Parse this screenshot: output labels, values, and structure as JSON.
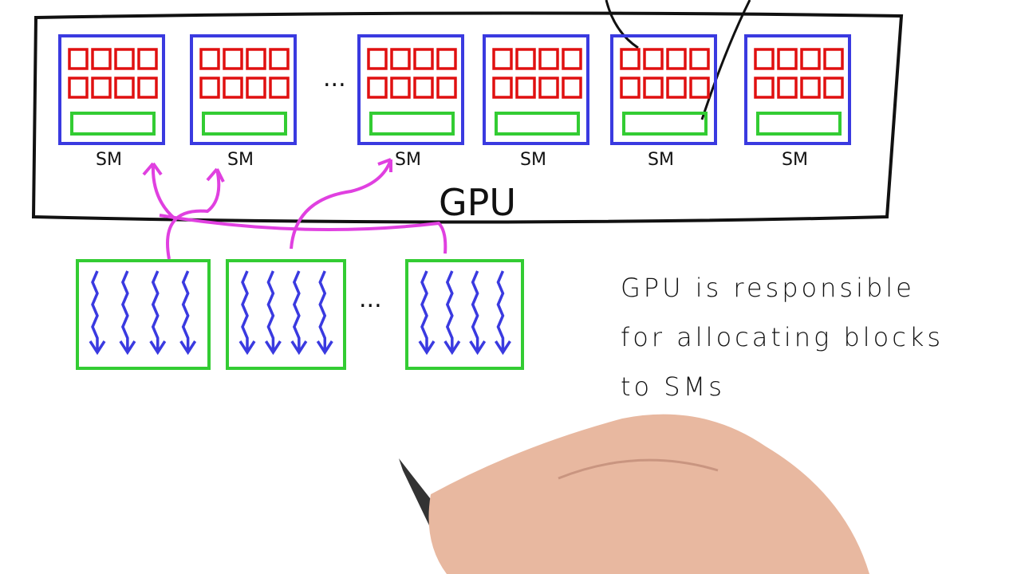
{
  "diagram": {
    "gpu_label": "GPU",
    "sm_label": "SM",
    "sm_count": 6,
    "sm_ellipsis": "...",
    "block_ellipsis": "...",
    "block_count": 3,
    "note_lines": [
      "GPU is responsible",
      "for allocating blocks",
      "to SMs"
    ],
    "colors": {
      "sm_border": "#3a3ae0",
      "core": "#e01010",
      "memory": "#33cc33",
      "block": "#33cc33",
      "thread": "#3a3ae0",
      "arrow": "#e040e0",
      "ink": "#111111"
    }
  }
}
